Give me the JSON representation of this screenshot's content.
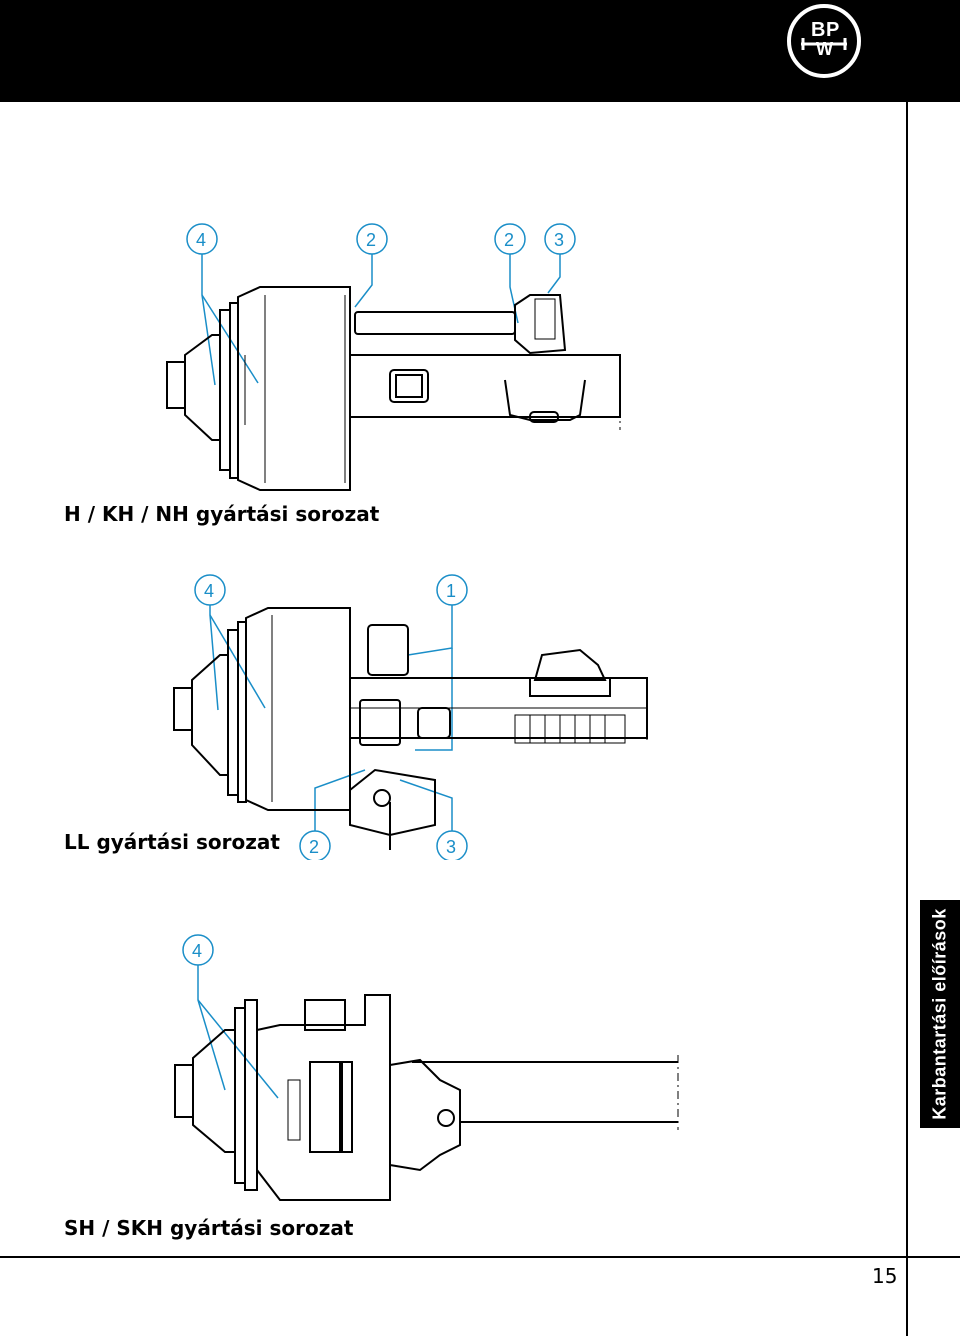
{
  "header": {
    "logo_text_top": "BPW",
    "logo_alt": "bpw-logo-icon"
  },
  "side_tab": {
    "label": "Karbantartási előírások"
  },
  "sections": [
    {
      "caption": "H / KH / NH gyártási sorozat",
      "callouts": [
        "4",
        "2",
        "2",
        "3"
      ]
    },
    {
      "caption": "LL gyártási sorozat",
      "callouts": [
        "4",
        "1",
        "2",
        "3"
      ]
    },
    {
      "caption": "SH / SKH gyártási sorozat",
      "callouts": [
        "4"
      ]
    }
  ],
  "page": {
    "number": "15"
  }
}
